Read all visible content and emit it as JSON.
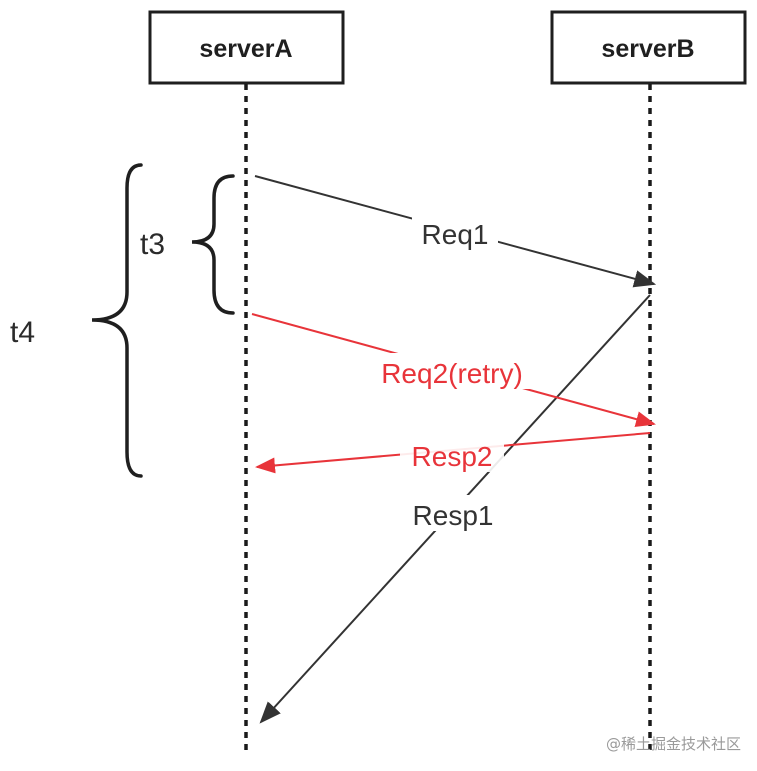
{
  "diagram": {
    "participants": [
      {
        "id": "A",
        "label": "serverA"
      },
      {
        "id": "B",
        "label": "serverB"
      }
    ],
    "messages": [
      {
        "id": "req1",
        "label": "Req1",
        "from": "A",
        "to": "B",
        "color": "#333333"
      },
      {
        "id": "req2",
        "label": "Req2(retry)",
        "from": "A",
        "to": "B",
        "color": "#e8343a"
      },
      {
        "id": "resp2",
        "label": "Resp2",
        "from": "B",
        "to": "A",
        "color": "#e8343a"
      },
      {
        "id": "resp1",
        "label": "Resp1",
        "from": "B",
        "to": "A",
        "color": "#333333"
      }
    ],
    "intervals": [
      {
        "id": "t3",
        "label": "t3"
      },
      {
        "id": "t4",
        "label": "t4"
      }
    ]
  },
  "watermark": "@稀土掘金技术社区",
  "colors": {
    "accent": "#e8343a",
    "ink": "#333333",
    "box": "#1f1f1f"
  }
}
